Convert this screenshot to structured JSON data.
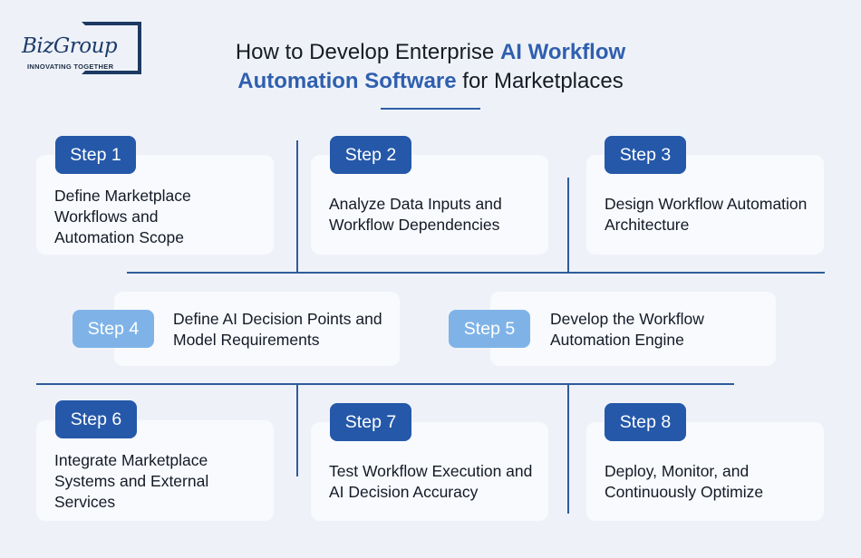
{
  "logo": {
    "name": "BizGroup",
    "tagline": "INNOVATING TOGETHER"
  },
  "title": {
    "part1": "How to Develop Enterprise ",
    "highlight1": "AI Workflow",
    "highlight2": "Automation Software",
    "part2": " for Marketplaces"
  },
  "steps": [
    {
      "label": "Step 1",
      "text": "Define Marketplace Workflows and Automation Scope"
    },
    {
      "label": "Step 2",
      "text": "Analyze Data Inputs and Workflow Dependencies"
    },
    {
      "label": "Step 3",
      "text": "Design Workflow Automation Architecture"
    },
    {
      "label": "Step 4",
      "text": "Define AI Decision Points and Model Requirements"
    },
    {
      "label": "Step 5",
      "text": "Develop the Workflow Automation Engine"
    },
    {
      "label": "Step 6",
      "text": "Integrate Marketplace Systems and External Services"
    },
    {
      "label": "Step 7",
      "text": "Test Workflow Execution and AI Decision Accuracy"
    },
    {
      "label": "Step 8",
      "text": "Deploy, Monitor, and Continuously Optimize"
    }
  ],
  "colors": {
    "accent_dark": "#2558a9",
    "accent_light": "#7fb3e8",
    "line": "#2e5c9a",
    "background": "#eef2f8"
  }
}
